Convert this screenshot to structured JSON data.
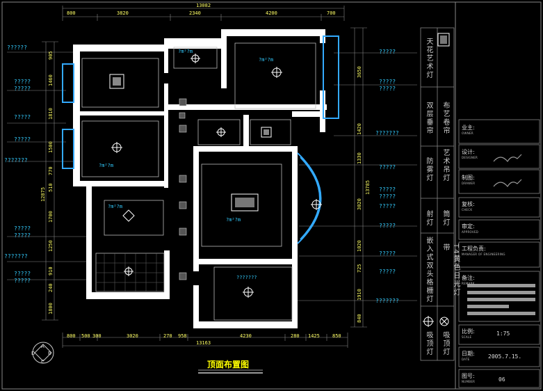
{
  "drawing": {
    "title": "顶面布置图",
    "compass_letters": [
      "D",
      "A",
      "B",
      "C"
    ]
  },
  "dimensions": {
    "top_total": "13082",
    "top_segments": [
      "800",
      "3820",
      "2340",
      "4200",
      "700"
    ],
    "bottom_total": "13163",
    "bottom_segments": [
      "800",
      "500",
      "300",
      "3020",
      "270",
      "958",
      "4230",
      "280",
      "1425",
      "850"
    ],
    "left_total": "12875",
    "left_segments": [
      "905",
      "1460",
      "1810",
      "1500",
      "770",
      "510",
      "1700",
      "1250",
      "910",
      "240",
      "1800"
    ],
    "right_total": "13785",
    "right_segments": [
      "3650",
      "1420",
      "1330",
      "3020",
      "1020",
      "725",
      "1910",
      "840"
    ]
  },
  "annotations": {
    "left": [
      "??????",
      "?????",
      "?????",
      "?????",
      "?????",
      "???????",
      "?????",
      "?????",
      "???????",
      "?????",
      "?????"
    ],
    "right": [
      "?????",
      "?????",
      "?????",
      "???????",
      "?????",
      "?????",
      "?????",
      "?????",
      "?????",
      "?????",
      "?????",
      "???????"
    ],
    "rooms": [
      "?m²?m",
      "?m²?m",
      "?m²?m",
      "?m²?m",
      "?m²?m",
      "???????"
    ]
  },
  "legend": [
    {
      "label": "天花艺术灯",
      "icon": "grid-fixture-icon"
    },
    {
      "label": "双层垂帘",
      "icon": "double-curtain-icon"
    },
    {
      "label": "布艺卷帘",
      "icon": "fabric-roller-blind-icon"
    },
    {
      "label": "防雾灯",
      "icon": "anti-fog-lamp-icon"
    },
    {
      "label": "艺术吊灯",
      "icon": "art-chandelier-icon"
    },
    {
      "label": "射灯",
      "icon": "spotlight-icon"
    },
    {
      "label": "筒灯",
      "icon": "downlight-icon"
    },
    {
      "label": "嵌入式双头格栅灯",
      "icon": "recessed-grille-lamp-icon"
    },
    {
      "label": "T4黄色日光灯带",
      "icon": "t4-light-strip-icon"
    },
    {
      "label": "吸顶灯",
      "icon": "ceiling-lamp-icon"
    },
    {
      "label": "吸顶灯",
      "icon": "ceiling-lamp-alt-icon"
    }
  ],
  "title_block": {
    "owner": {
      "label": "业主:",
      "sub": "OWNER"
    },
    "designer": {
      "label": "设计:",
      "sub": "DESIGNER"
    },
    "drawer": {
      "label": "制图:",
      "sub": "DRAWER"
    },
    "check": {
      "label": "复核:",
      "sub": "CHECK"
    },
    "approved": {
      "label": "审定:",
      "sub": "APPROVED"
    },
    "manager": {
      "label": "工程负责:",
      "sub": "MANAGER OF ENGINEERING"
    },
    "remark": {
      "label": "备注:",
      "sub": "REMARK"
    },
    "scale": {
      "label": "比例:",
      "sub": "SCALE",
      "value": "1:75"
    },
    "date": {
      "label": "日期:",
      "sub": "DATE",
      "value": "2005.7.15."
    },
    "number": {
      "label": "图号:",
      "sub": "NUMBER",
      "value": "06"
    }
  },
  "colors": {
    "background": "#000000",
    "wall": "#ffffff",
    "annotation": "#33ccff",
    "dimension": "#ffff66",
    "title": "#ffff00"
  }
}
